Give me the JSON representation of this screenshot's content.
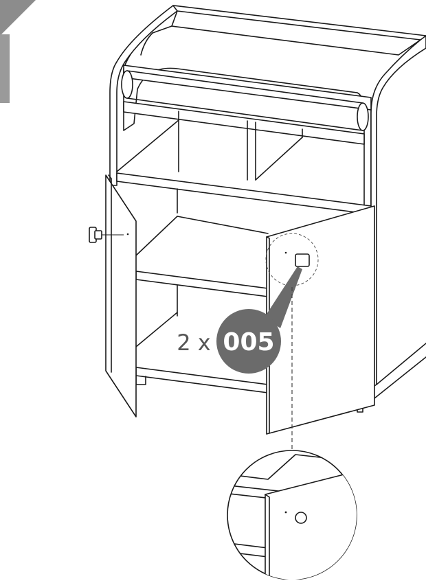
{
  "callout": {
    "quantity_text": "2 x",
    "part_number": "005"
  },
  "colors": {
    "callout_fill": "#6b6b6b",
    "corner_tab": "#8c8c8c",
    "line": "#1a1a1a",
    "background": "#ffffff"
  },
  "icons": {
    "part_icon": "knob-icon",
    "detail_view": "magnified-detail-circle"
  }
}
